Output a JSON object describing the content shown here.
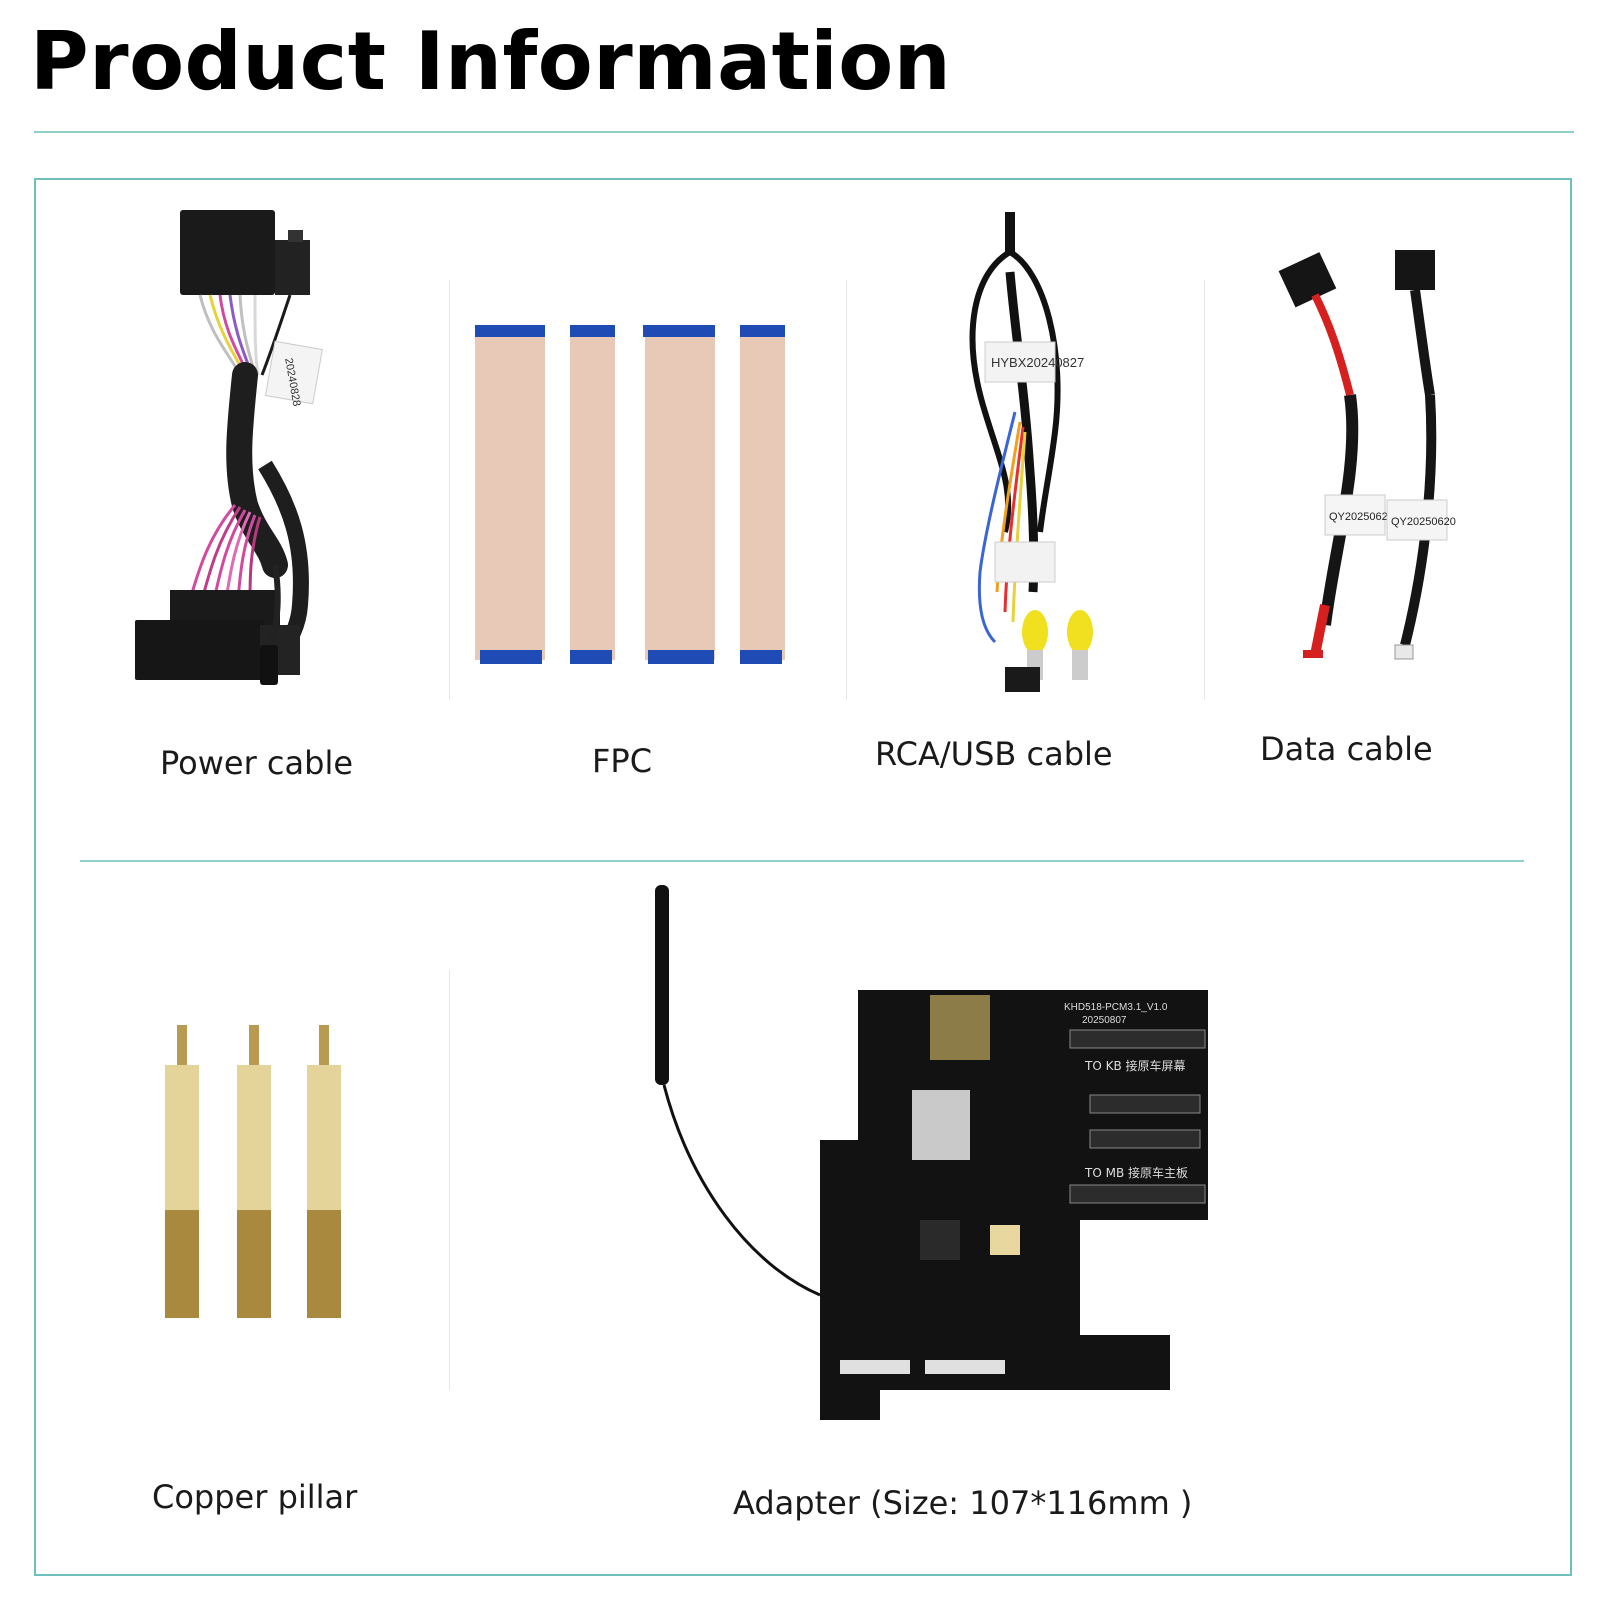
{
  "page": {
    "title": "Product Information",
    "accent_color": "#6fc0bd"
  },
  "items": [
    {
      "label": "Power cable",
      "icon": "wire-harness-icon"
    },
    {
      "label": "FPC",
      "icon": "flat-ribbon-cable-icon",
      "printed_text": []
    },
    {
      "label": "RCA/USB cable",
      "icon": "rca-usb-cable-icon",
      "printed_text": [
        "HYBX20240827"
      ]
    },
    {
      "label": "Data cable",
      "icon": "data-cable-icon",
      "printed_text": [
        "QY20250620",
        "QY20250620"
      ]
    },
    {
      "label": "Copper pillar",
      "icon": "copper-standoff-icon"
    },
    {
      "label": "Adapter (Size: 107*116mm )",
      "icon": "adapter-board-icon",
      "printed_text": [
        "KHD518-PCM3.1_V1.0",
        "20250807",
        "TO KB 接原车屏幕",
        "TO MB 接原车主板"
      ]
    }
  ],
  "power_tag": "20240828"
}
